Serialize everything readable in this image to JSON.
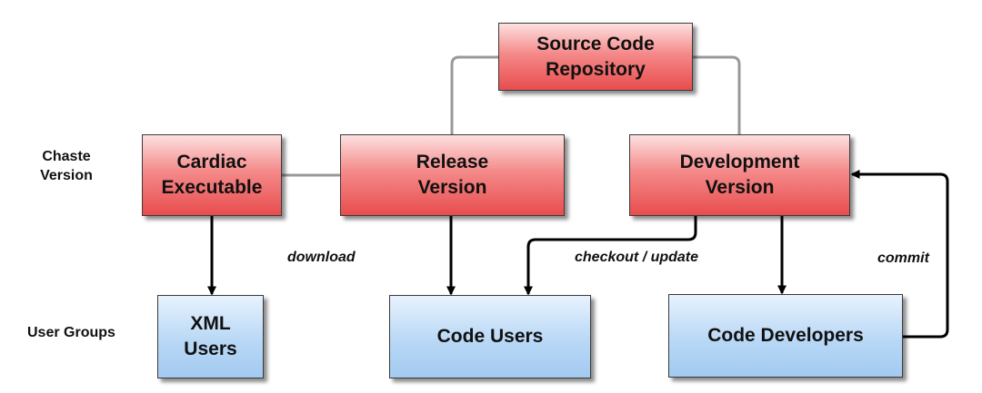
{
  "side_labels": {
    "version": "Chaste\nVersion",
    "user_groups": "User Groups"
  },
  "nodes": {
    "source_repo": "Source Code\nRepository",
    "cardiac_exe": "Cardiac\nExecutable",
    "release": "Release\nVersion",
    "development": "Development\nVersion",
    "xml_users": "XML\nUsers",
    "code_users": "Code Users",
    "code_developers": "Code Developers"
  },
  "edge_labels": {
    "download": "download",
    "checkout": "checkout / update",
    "commit": "commit"
  },
  "colors": {
    "version_fill": "#f26b6b",
    "user_fill": "#b9d8f6",
    "connector": "#999999",
    "arrow": "#000000"
  }
}
